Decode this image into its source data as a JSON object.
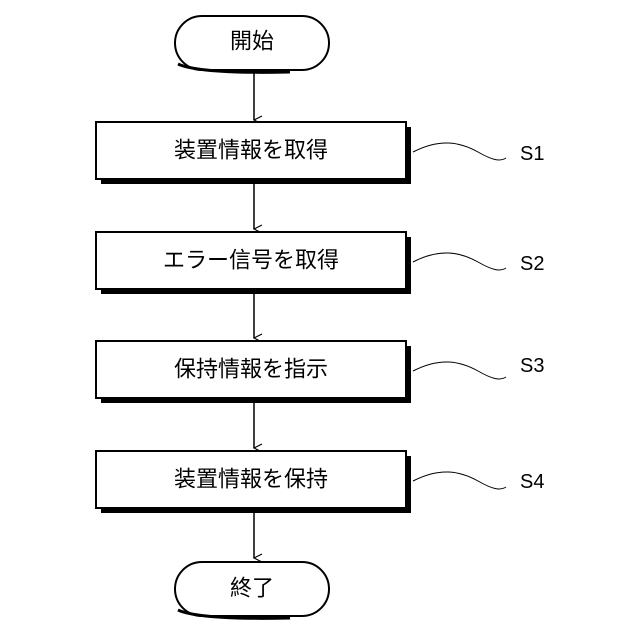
{
  "flowchart": {
    "start": {
      "text": "開始"
    },
    "steps": [
      {
        "text": "装置情報を取得",
        "label": "S1"
      },
      {
        "text": "エラー信号を取得",
        "label": "S2"
      },
      {
        "text": "保持情報を指示",
        "label": "S3"
      },
      {
        "text": "装置情報を保持",
        "label": "S4"
      }
    ],
    "end": {
      "text": "終了"
    }
  }
}
